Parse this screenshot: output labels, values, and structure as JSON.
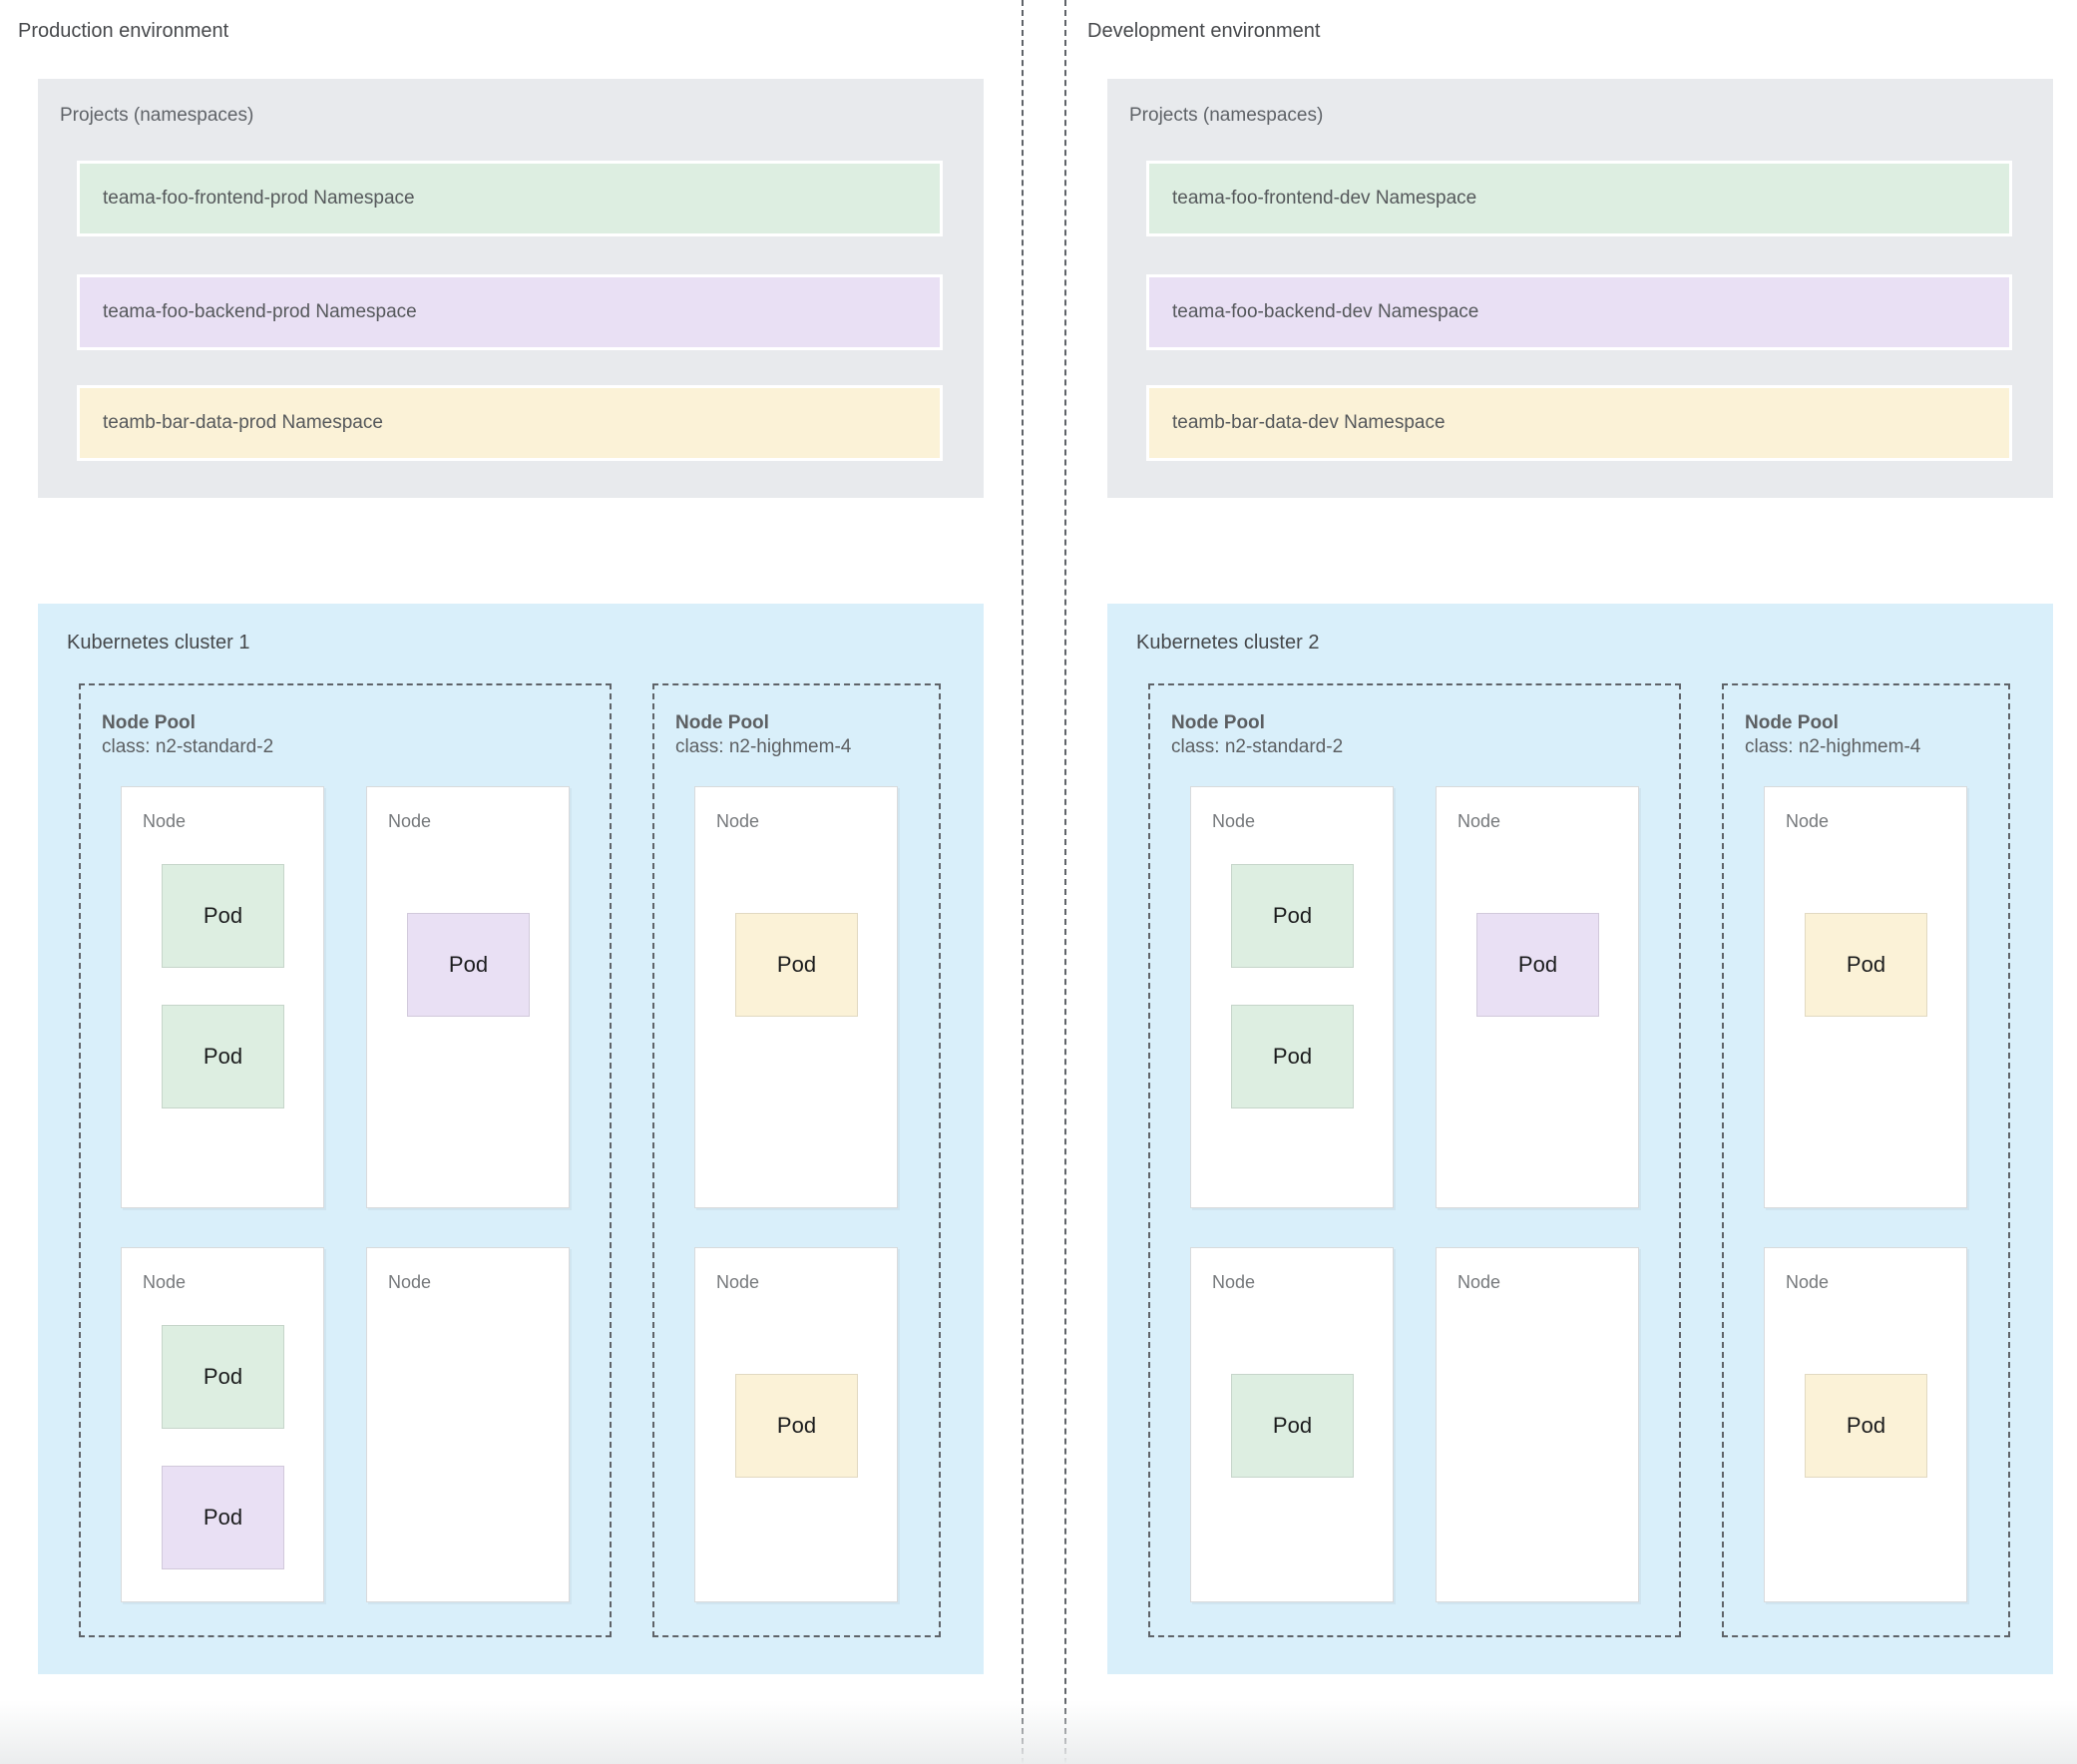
{
  "colors": {
    "namespace_green": "#ddeee1",
    "namespace_purple": "#e9e0f4",
    "namespace_yellow": "#fbf2d7",
    "cluster_blue": "#d9effa",
    "projects_gray": "#e8eaed",
    "dashed_border_gray": "#5f6368"
  },
  "environments": [
    {
      "title": "Production environment",
      "projects": {
        "title": "Projects (namespaces)",
        "namespaces": [
          {
            "label": "teama-foo-frontend-prod Namespace",
            "color": "green"
          },
          {
            "label": "teama-foo-backend-prod Namespace",
            "color": "purple"
          },
          {
            "label": "teamb-bar-data-prod Namespace",
            "color": "yellow"
          }
        ]
      },
      "cluster": {
        "title": "Kubernetes cluster 1",
        "node_pools": [
          {
            "title": "Node Pool",
            "class_line": "class: n2-standard-2",
            "nodes": [
              {
                "label": "Node",
                "pods": [
                  {
                    "label": "Pod",
                    "color": "green"
                  },
                  {
                    "label": "Pod",
                    "color": "green"
                  }
                ]
              },
              {
                "label": "Node",
                "pods": [
                  {
                    "label": "Pod",
                    "color": "purple"
                  }
                ]
              },
              {
                "label": "Node",
                "pods": [
                  {
                    "label": "Pod",
                    "color": "green"
                  },
                  {
                    "label": "Pod",
                    "color": "purple"
                  }
                ]
              },
              {
                "label": "Node",
                "pods": []
              }
            ]
          },
          {
            "title": "Node Pool",
            "class_line": "class: n2-highmem-4",
            "nodes": [
              {
                "label": "Node",
                "pods": [
                  {
                    "label": "Pod",
                    "color": "yellow"
                  }
                ]
              },
              {
                "label": "Node",
                "pods": [
                  {
                    "label": "Pod",
                    "color": "yellow"
                  }
                ]
              }
            ]
          }
        ]
      }
    },
    {
      "title": "Development environment",
      "projects": {
        "title": "Projects (namespaces)",
        "namespaces": [
          {
            "label": "teama-foo-frontend-dev Namespace",
            "color": "green"
          },
          {
            "label": "teama-foo-backend-dev Namespace",
            "color": "purple"
          },
          {
            "label": "teamb-bar-data-dev Namespace",
            "color": "yellow"
          }
        ]
      },
      "cluster": {
        "title": "Kubernetes cluster 2",
        "node_pools": [
          {
            "title": "Node Pool",
            "class_line": "class: n2-standard-2",
            "nodes": [
              {
                "label": "Node",
                "pods": [
                  {
                    "label": "Pod",
                    "color": "green"
                  },
                  {
                    "label": "Pod",
                    "color": "green"
                  }
                ]
              },
              {
                "label": "Node",
                "pods": [
                  {
                    "label": "Pod",
                    "color": "purple"
                  }
                ]
              },
              {
                "label": "Node",
                "pods": [
                  {
                    "label": "Pod",
                    "color": "green"
                  }
                ]
              },
              {
                "label": "Node",
                "pods": []
              }
            ]
          },
          {
            "title": "Node Pool",
            "class_line": "class: n2-highmem-4",
            "nodes": [
              {
                "label": "Node",
                "pods": [
                  {
                    "label": "Pod",
                    "color": "yellow"
                  }
                ]
              },
              {
                "label": "Node",
                "pods": [
                  {
                    "label": "Pod",
                    "color": "yellow"
                  }
                ]
              }
            ]
          }
        ]
      }
    }
  ]
}
